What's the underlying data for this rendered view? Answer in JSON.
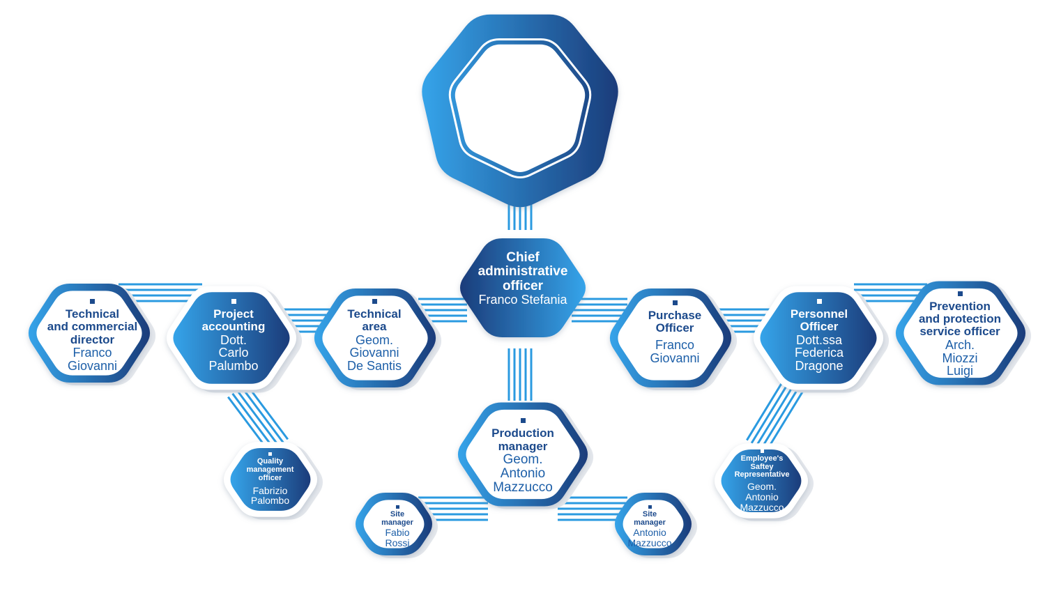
{
  "colors": {
    "blue_light": "#2f9be0",
    "blue_dark": "#1d3f7d",
    "line_blue": "#2a9ae0",
    "text_dark": "#1c4a8c",
    "text_mid": "#1d5fa8"
  },
  "nodes": {
    "chief": {
      "role": "Chief administrative officer",
      "role_lines": [
        "Chief",
        "administrative",
        "officer"
      ],
      "name_lines": [
        "Franco Stefania"
      ]
    },
    "technical_commercial": {
      "role_lines": [
        "Technical",
        "and commercial",
        "director"
      ],
      "name_lines": [
        "Franco",
        "Giovanni"
      ]
    },
    "project_accounting": {
      "role_lines": [
        "Project",
        "accounting"
      ],
      "name_lines": [
        "Dott.",
        "Carlo",
        "Palumbo"
      ]
    },
    "technical_area": {
      "role_lines": [
        "Technical",
        "area"
      ],
      "name_lines": [
        "Geom.",
        "Giovanni",
        "De Santis"
      ]
    },
    "purchase_officer": {
      "role_lines": [
        "Purchase",
        "Officer"
      ],
      "name_lines": [
        "Franco",
        "Giovanni"
      ]
    },
    "personnel_officer": {
      "role_lines": [
        "Personnel",
        "Officer"
      ],
      "name_lines": [
        "Dott.ssa",
        "Federica",
        "Dragone"
      ]
    },
    "prevention_officer": {
      "role_lines": [
        "Prevention",
        "and protection",
        "service officer"
      ],
      "name_lines": [
        "Arch.",
        "Miozzi",
        "Luigi"
      ]
    },
    "production_manager": {
      "role_lines": [
        "Production",
        "manager"
      ],
      "name_lines": [
        "Geom.",
        "Antonio",
        "Mazzucco"
      ]
    },
    "quality_officer": {
      "role_lines": [
        "Quality",
        "management",
        "officer"
      ],
      "name_lines": [
        "Fabrizio",
        "Palombo"
      ]
    },
    "site_manager_1": {
      "role_lines": [
        "Site",
        "manager"
      ],
      "name_lines": [
        "Fabio",
        "Rossi"
      ]
    },
    "site_manager_2": {
      "role_lines": [
        "Site",
        "manager"
      ],
      "name_lines": [
        "Antonio",
        "Mazzucco"
      ]
    },
    "employee_rep": {
      "role_lines": [
        "Employee's",
        "Saftey",
        "Representative"
      ],
      "name_lines": [
        "Geom.",
        "Antonio",
        "Mazzucco"
      ]
    }
  }
}
